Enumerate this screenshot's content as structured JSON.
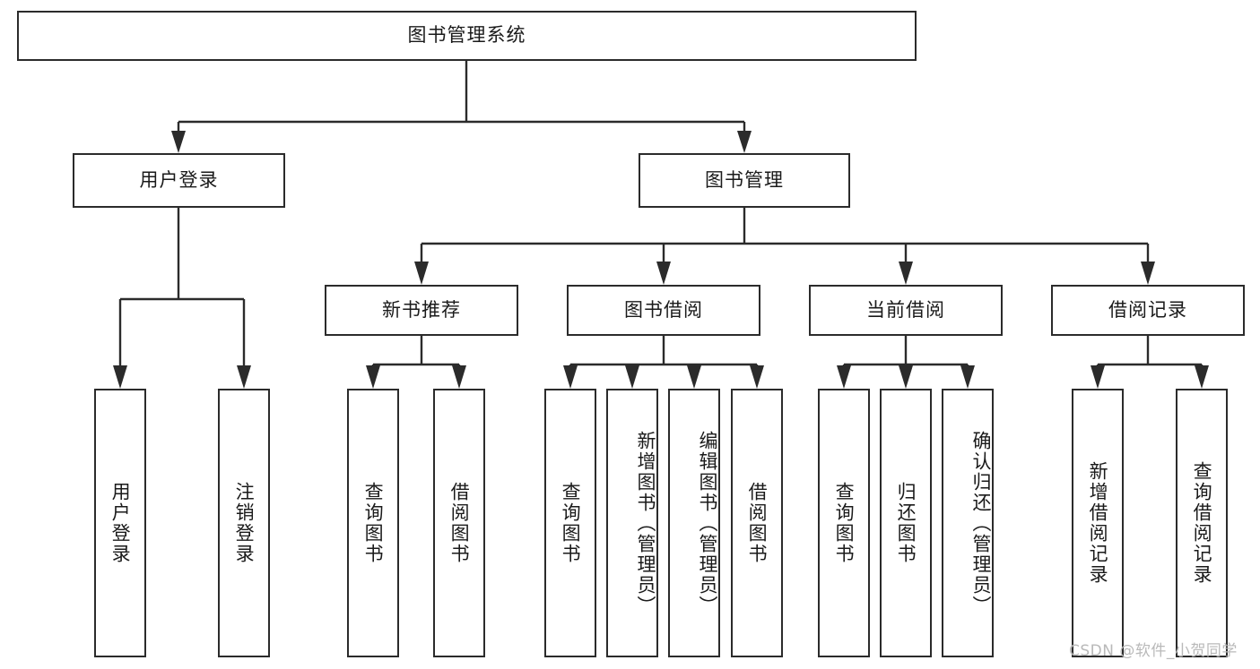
{
  "diagram": {
    "title": "图书管理系统",
    "type": "tree-hierarchy-diagram",
    "watermark": "CSDN @软件_小贺同学",
    "colors": {
      "box_border": "#2b2b2b",
      "box_fill": "#ffffff",
      "connector": "#2b2b2b",
      "text": "#1a1a1a",
      "watermark": "#b9b9b9",
      "background": "#ffffff"
    },
    "nodes": {
      "root": {
        "label": "图书管理系统"
      },
      "level2": [
        {
          "id": "user-login",
          "label": "用户登录"
        },
        {
          "id": "book-management",
          "label": "图书管理"
        }
      ],
      "level3": [
        {
          "id": "new-book-recommend",
          "label": "新书推荐"
        },
        {
          "id": "book-borrow",
          "label": "图书借阅"
        },
        {
          "id": "current-borrow",
          "label": "当前借阅"
        },
        {
          "id": "borrow-record",
          "label": "借阅记录"
        }
      ],
      "leaves": {
        "user-login": [
          {
            "id": "leaf-user-login",
            "label": "用户登录"
          },
          {
            "id": "leaf-logout",
            "label": "注销登录"
          }
        ],
        "new-book-recommend": [
          {
            "id": "leaf-query-book-1",
            "label": "查询图书"
          },
          {
            "id": "leaf-borrow-book-1",
            "label": "借阅图书"
          }
        ],
        "book-borrow": [
          {
            "id": "leaf-query-book-2",
            "label": "查询图书"
          },
          {
            "id": "leaf-add-book",
            "label": "新增图书（管理员）"
          },
          {
            "id": "leaf-edit-book",
            "label": "编辑图书（管理员）"
          },
          {
            "id": "leaf-borrow-book-2",
            "label": "借阅图书"
          }
        ],
        "current-borrow": [
          {
            "id": "leaf-query-book-3",
            "label": "查询图书"
          },
          {
            "id": "leaf-return-book",
            "label": "归还图书"
          },
          {
            "id": "leaf-confirm-return",
            "label": "确认归还（管理员）"
          }
        ],
        "borrow-record": [
          {
            "id": "leaf-add-record",
            "label": "新增借阅记录"
          },
          {
            "id": "leaf-query-record",
            "label": "查询借阅记录"
          }
        ]
      }
    }
  }
}
